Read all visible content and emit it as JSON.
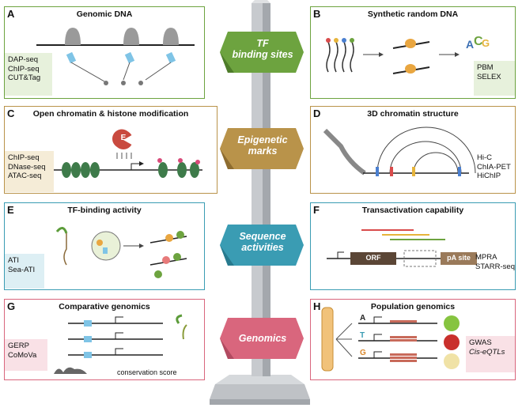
{
  "pillar": {
    "tags": [
      {
        "line1": "TF",
        "line2": "binding sites",
        "color": "#6da33f",
        "dark": "#4e7c2a"
      },
      {
        "line1": "Epigenetic",
        "line2": "marks",
        "color": "#b9934a",
        "dark": "#8d6c30"
      },
      {
        "line1": "Sequence",
        "line2": "activities",
        "color": "#3a9cb3",
        "dark": "#277a8e"
      },
      {
        "line1": "Genomics",
        "line2": "",
        "color": "#d9667d",
        "dark": "#b14a60"
      }
    ]
  },
  "panels": {
    "A": {
      "letter": "A",
      "title": "Genomic DNA",
      "methods": [
        "DAP-seq",
        "ChIP-seq",
        "CUT&Tag"
      ],
      "border": "#6da33f",
      "fill": "#e7f1dc"
    },
    "B": {
      "letter": "B",
      "title": "Synthetic random DNA",
      "methods": [
        "PBM",
        "SELEX"
      ],
      "border": "#6da33f",
      "fill": "#e7f1dc"
    },
    "C": {
      "letter": "C",
      "title": "Open chromatin & histone modification",
      "methods": [
        "ChIP-seq",
        "DNase-seq",
        "ATAC-seq"
      ],
      "border": "#b9934a",
      "fill": "#f5ecd7",
      "enzyme": "E"
    },
    "D": {
      "letter": "D",
      "title": "3D chromatin structure",
      "methods": [
        "Hi-C",
        "ChIA-PET",
        "HiChIP"
      ],
      "border": "#b9934a",
      "fill": "#f5ecd7"
    },
    "E": {
      "letter": "E",
      "title": "TF-binding activity",
      "methods": [
        "ATI",
        "Sea-ATI"
      ],
      "border": "#3a9cb3",
      "fill": "#ddeff4"
    },
    "F": {
      "letter": "F",
      "title": "Transactivation capability",
      "methods": [
        "MPRA",
        "STARR-seq"
      ],
      "border": "#3a9cb3",
      "fill": "#ddeff4",
      "orf": "ORF",
      "pa": "pA site"
    },
    "G": {
      "letter": "G",
      "title": "Comparative genomics",
      "methods": [
        "GERP",
        "CoMoVa"
      ],
      "border": "#d9667d",
      "fill": "#f9e1e6",
      "score": "conservation score"
    },
    "H": {
      "letter": "H",
      "title": "Population genomics",
      "methods": [
        "GWAS",
        "Cis-eQTLs"
      ],
      "border": "#d9667d",
      "fill": "#f9e1e6",
      "alleles": [
        "A",
        "T",
        "G"
      ]
    }
  }
}
